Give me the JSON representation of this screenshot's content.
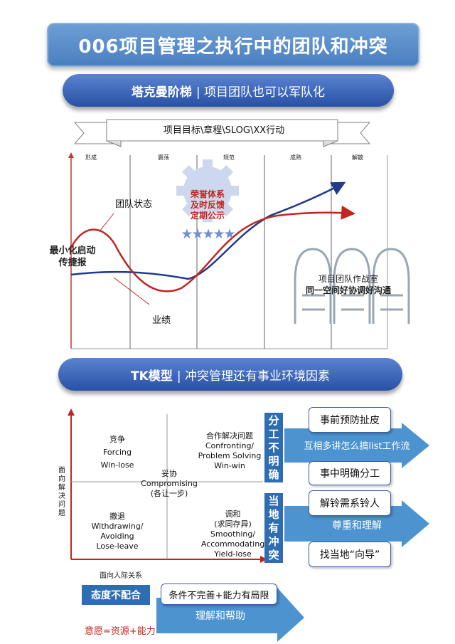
{
  "title": "006项目管理之执行中的团队和冲突",
  "section1": {
    "pill_bold": "塔克曼阶梯",
    "pill_rest": "| 项目团队也可以军队化",
    "banner": "项目目标\\章程\\SLOG\\XX行动",
    "stages": [
      "形成",
      "震荡",
      "规范",
      "成熟",
      "解散"
    ],
    "team_state": "团队状态",
    "performance": "业绩",
    "left_note": [
      "最小化启动",
      "传捷报"
    ],
    "badge": [
      "荣誉体系",
      "及时反馈",
      "定期公示"
    ],
    "war_room": [
      "项目团队作战室",
      "同一空间好协调好沟通"
    ],
    "stars": "★★★★★"
  },
  "section2": {
    "pill_bold": "TK模型",
    "pill_rest": "| 冲突管理还有事业环境因素",
    "y_axis": "面向解决问题",
    "x_axis": "面向人际关系",
    "compete": [
      "竞争",
      "Forcing",
      "Win-lose"
    ],
    "collab": [
      "合作解决问题",
      "Confronting/",
      "Problem Solving",
      "Win-win"
    ],
    "compromise": [
      "妥协",
      "Compromising",
      "(各让一步)"
    ],
    "withdraw": [
      "撤退",
      "Withdrawing/",
      "Avoiding",
      "Lose-leave"
    ],
    "smooth": [
      "调和",
      "(求同存异)",
      "Smoothing/",
      "Accommodating",
      "Yield-lose"
    ],
    "label_a": [
      "分",
      "工",
      "不",
      "明",
      "确"
    ],
    "label_b": [
      "当",
      "地",
      "有",
      "冲",
      "突"
    ],
    "a_boxes": [
      "事前预防扯皮",
      "事中明确分工"
    ],
    "a_arrow": "互相多讲怎么搞list工作流",
    "b_boxes": [
      "解铃需系铃人",
      "找当地“向导”"
    ],
    "b_arrow": "尊重和理解",
    "attitude": "态度不配合",
    "conditions": "条件不完善+能力有局限",
    "help": "理解和帮助",
    "formula": "意愿=资源+能力"
  }
}
